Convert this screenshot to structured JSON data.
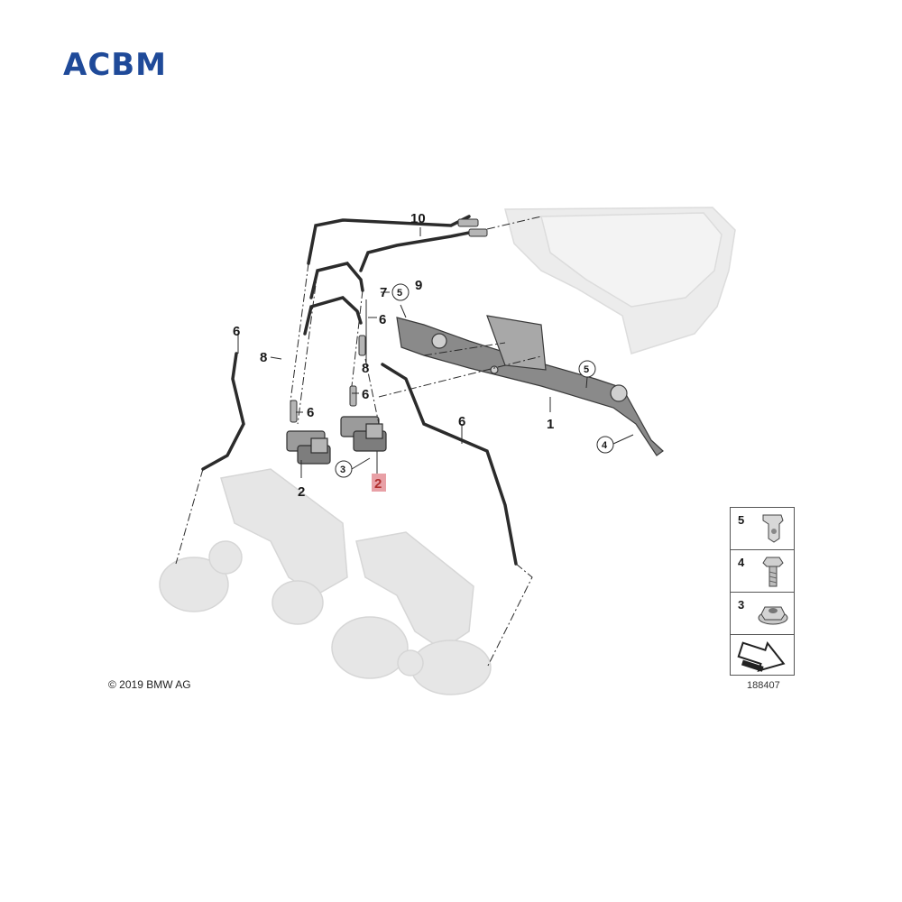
{
  "brand": {
    "logo_text": "ACBM"
  },
  "copyright": "© 2019 BMW AG",
  "diagram_id": "188407",
  "callouts": {
    "c1": "1",
    "c2a": "2",
    "c2b": "2",
    "c3": "3",
    "c4": "4",
    "c5a": "5",
    "c5b": "5",
    "c6a": "6",
    "c6b": "6",
    "c6c": "6",
    "c6d": "6",
    "c6e": "6",
    "c7": "7",
    "c8a": "8",
    "c8b": "8",
    "c9": "9",
    "c10": "10"
  },
  "legend": [
    {
      "number": "5",
      "icon": "clip-nut-icon"
    },
    {
      "number": "4",
      "icon": "hex-bolt-icon"
    },
    {
      "number": "3",
      "icon": "hex-nut-icon"
    },
    {
      "number": "",
      "icon": "direction-arrow-icon"
    }
  ],
  "colors": {
    "logo": "#1f4a99",
    "highlight_bg": "#e8a0a6",
    "highlight_text": "#b0302f",
    "ghost_parts": "#e4e4e4",
    "hose": "#2b2b2b"
  }
}
